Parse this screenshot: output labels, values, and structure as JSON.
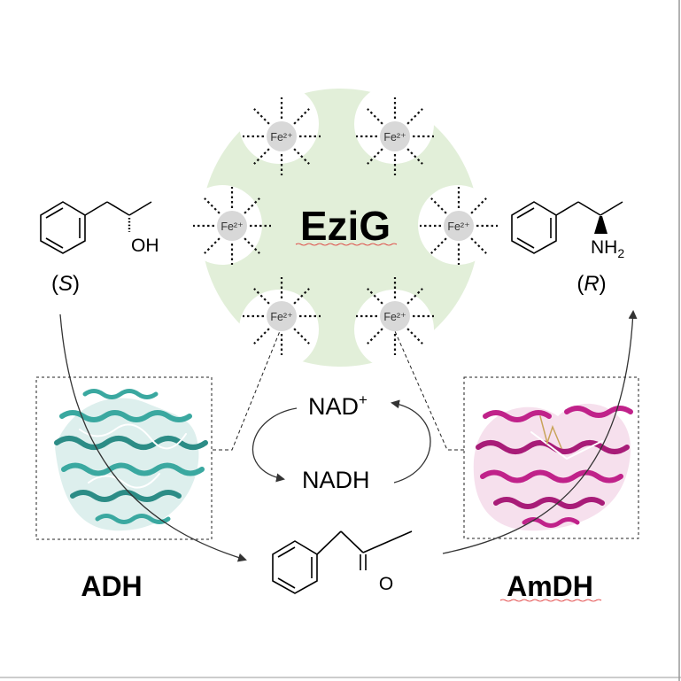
{
  "support": {
    "label": "EziG",
    "ion_label": "Fe²⁺",
    "disc_fill": "#e2efd9"
  },
  "substrate_left": {
    "group": "OH",
    "stereo_descriptor": "S"
  },
  "product_right": {
    "group": "NH",
    "group_subscript": "2",
    "stereo_descriptor": "R"
  },
  "intermediate": {
    "group": "O"
  },
  "cofactor": {
    "oxidized": "NAD",
    "oxidized_charge": "+",
    "reduced": "NADH"
  },
  "enzymes": {
    "left": {
      "name": "ADH",
      "color": "#3aa8a0"
    },
    "right": {
      "name": "AmDH",
      "color": "#c0228a"
    }
  },
  "icons": [
    "benzene-ring-icon",
    "ribbon-protein-icon",
    "curved-arrow-icon"
  ]
}
